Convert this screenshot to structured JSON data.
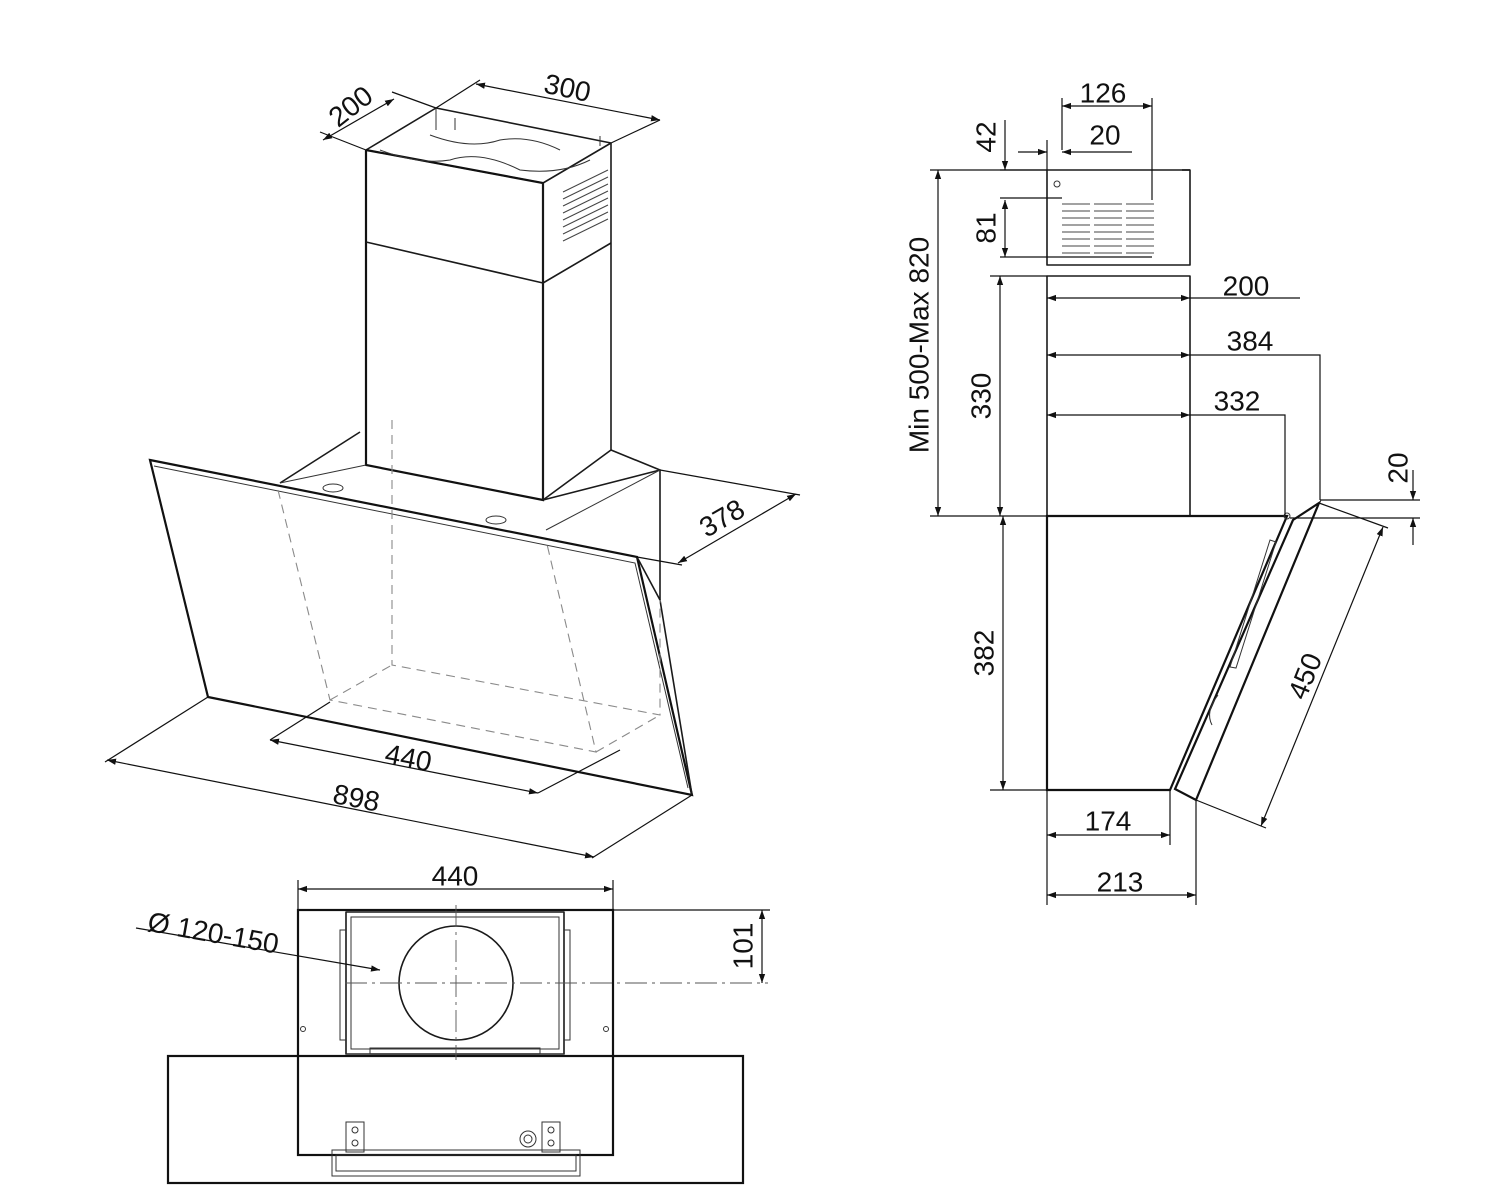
{
  "dims": {
    "iso_duct_depth": "200",
    "iso_duct_width": "300",
    "iso_depth": "378",
    "iso_inner_width": "440",
    "iso_total_width": "898",
    "top_width": "440",
    "top_duct_diameter": "Ø 120-150",
    "top_duct_offset": "101",
    "side_vent_width": "126",
    "side_vent_offset": "20",
    "side_vent_top": "42",
    "side_vent_height": "81",
    "side_chimney_range": "Min  500-Max  820",
    "side_chimney_depth": "200",
    "side_depth_384": "384",
    "side_depth_332": "332",
    "side_glass_offset": "20",
    "side_lower_chimney": "330",
    "side_body_height": "382",
    "side_glass_length": "450",
    "side_bottom_174": "174",
    "side_bottom_213": "213"
  }
}
